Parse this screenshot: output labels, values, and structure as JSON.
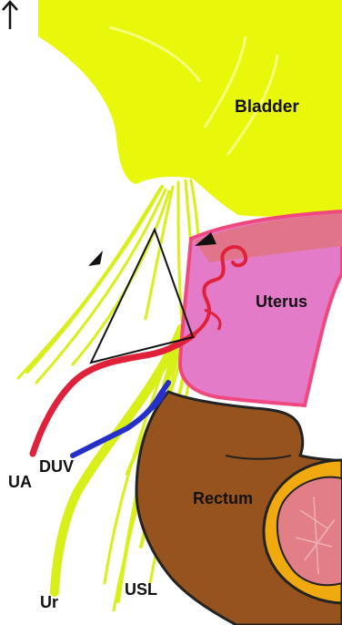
{
  "labels": {
    "bladder": "Bladder",
    "uterus": "Uterus",
    "rectum": "Rectum",
    "ua": "UA",
    "duv": "DUV",
    "ur": "Ur",
    "usl": "USL"
  },
  "colors": {
    "bladder": "#e9f70a",
    "ligament": "#d8ef1a",
    "uterus": "#e47bc8",
    "uterus_outline": "#f0487e",
    "rectum": "#96531d",
    "rectum_ring": "#f0a90e",
    "lumen": "#e27f86",
    "artery": "#e0213a",
    "vein": "#2430c8",
    "outline": "#111111"
  },
  "icons": [
    "arrowhead-marker-icon",
    "up-arrow-icon"
  ]
}
